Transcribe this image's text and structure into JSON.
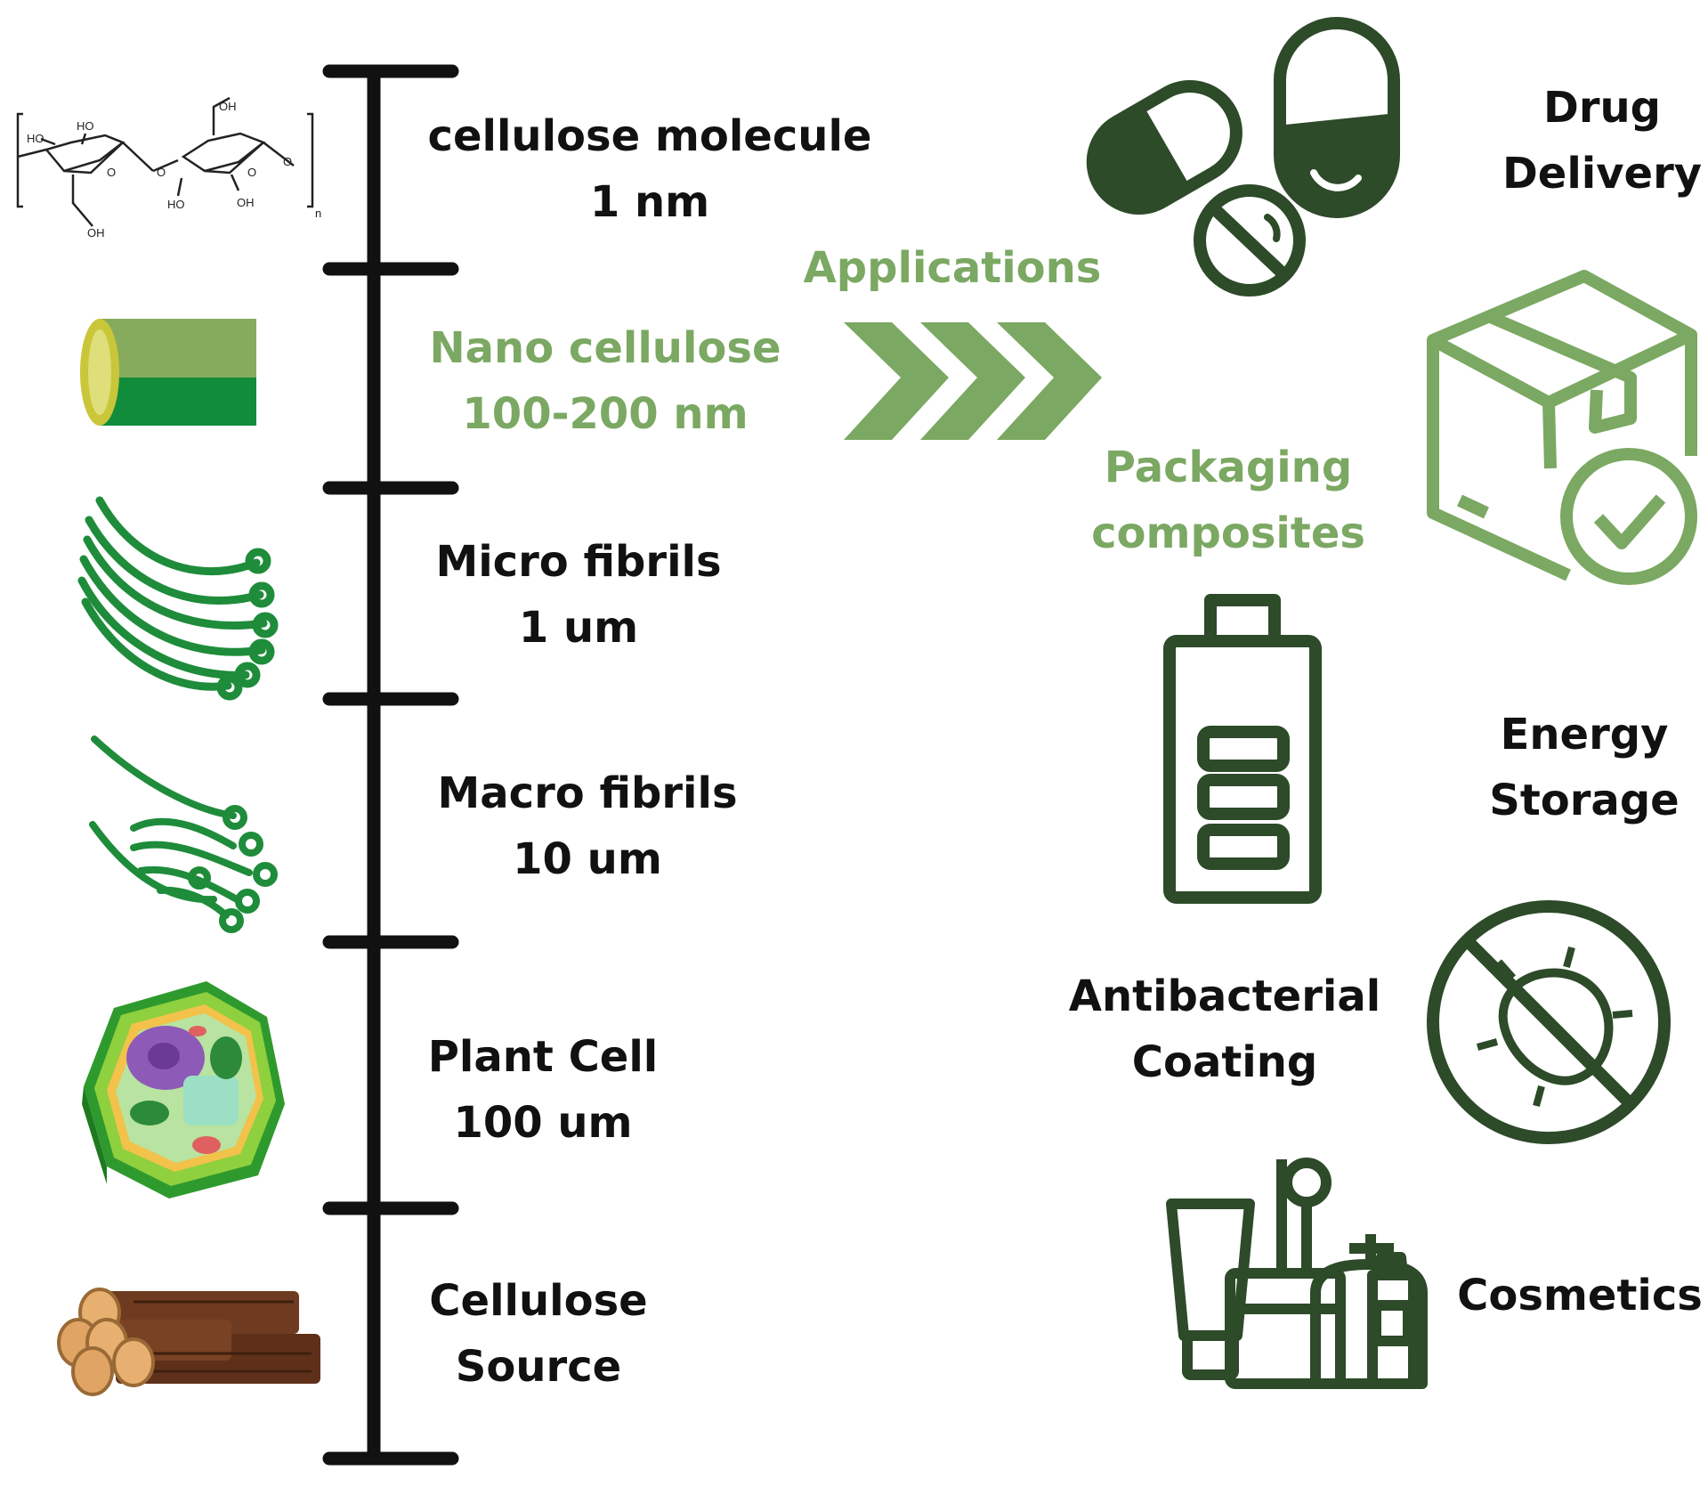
{
  "scale_levels": [
    {
      "name": "cellulose molecule",
      "size": "1 nm",
      "highlight": false,
      "icon": "cellulose-molecule-structure"
    },
    {
      "name": "Nano cellulose",
      "size": "100-200 nm",
      "highlight": true,
      "icon": "nano-cellulose-tube"
    },
    {
      "name": "Micro fibrils",
      "size": "1 um",
      "highlight": false,
      "icon": "micro-fibrils"
    },
    {
      "name": "Macro fibrils",
      "size": "10 um",
      "highlight": false,
      "icon": "macro-fibrils"
    },
    {
      "name": "Plant Cell",
      "size": "100 um",
      "highlight": false,
      "icon": "plant-cell"
    },
    {
      "name": "Cellulose",
      "size": "Source",
      "highlight": false,
      "icon": "wood-logs"
    }
  ],
  "molecule_labels": {
    "oh": "OH",
    "ho": "HO",
    "o": "O",
    "n": "n"
  },
  "applications_label": "Applications",
  "applications": [
    {
      "line1": "Drug",
      "line2": "Delivery",
      "icon": "pills-icon",
      "highlight": false
    },
    {
      "line1": "Packaging",
      "line2": "composites",
      "icon": "package-check-icon",
      "highlight": true
    },
    {
      "line1": "Energy",
      "line2": "Storage",
      "icon": "battery-icon",
      "highlight": false
    },
    {
      "line1": "Antibacterial",
      "line2": "Coating",
      "icon": "no-bacteria-icon",
      "highlight": false
    },
    {
      "line1": "Cosmetics",
      "line2": "",
      "icon": "cosmetics-icon",
      "highlight": false
    }
  ],
  "colors": {
    "dark_green": "#2d4a29",
    "light_green": "#7ba862",
    "bright_green": "#1e8c3a",
    "black": "#111111"
  }
}
